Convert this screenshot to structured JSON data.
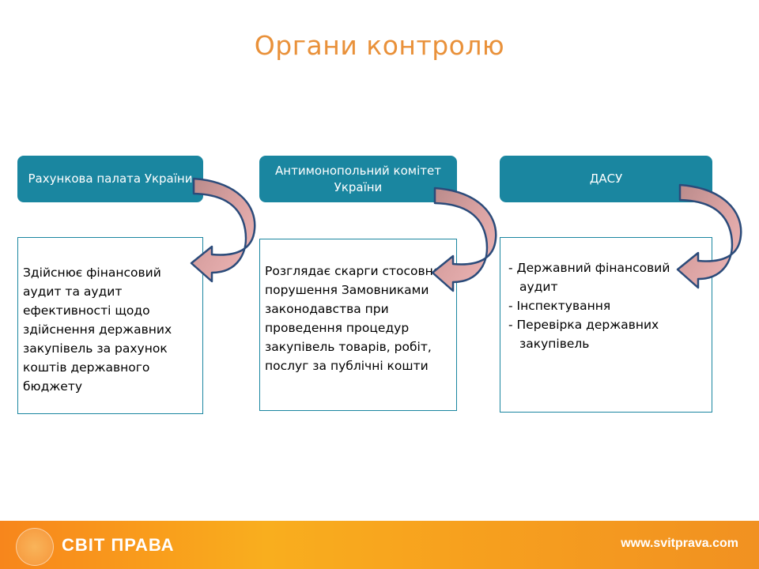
{
  "title": "Органи контролю",
  "columns": [
    {
      "header": "Рахункова палата України",
      "text": "Здійснює фінансовий аудит та аудит ефективності щодо здійснення державних закупівель за рахунок коштів державного бюджету"
    },
    {
      "header": "Антимонопольний комітет України",
      "text": "Розглядає скарги стосовно порушення Замовниками законодавства при проведення процедур закупівель товарів, робіт, послуг за публічні кошти"
    },
    {
      "header": "ДАСУ",
      "items": [
        "- Державний фінансовий аудит",
        "- Інспектування",
        "- Перевірка державних закупівель"
      ]
    }
  ],
  "footer": {
    "brand": "СВІТ ПРАВА",
    "url": "www.svitprava.com"
  },
  "colors": {
    "title": "#e9913a",
    "header_bg": "#1a86a0",
    "arrow_fill": "#dba3a3",
    "footer": "#f7a11e"
  }
}
